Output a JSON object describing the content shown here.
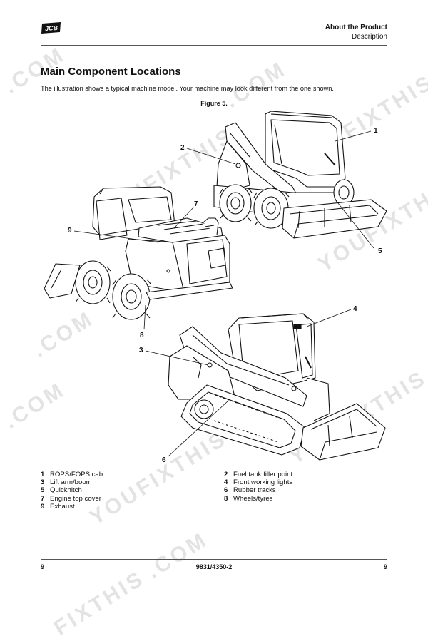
{
  "header": {
    "brand": "JCB",
    "section": "About the Product",
    "subsection": "Description"
  },
  "content": {
    "heading": "Main Component Locations",
    "intro": "The illustration shows a typical machine model. Your machine may look different from the one shown.",
    "figure_title": "Figure 5."
  },
  "callouts": [
    "1",
    "2",
    "3",
    "4",
    "5",
    "6",
    "7",
    "8",
    "9"
  ],
  "legend": {
    "left": [
      {
        "num": "1",
        "label": "ROPS/FOPS cab"
      },
      {
        "num": "3",
        "label": "Lift arm/boom"
      },
      {
        "num": "5",
        "label": "Quickhitch"
      },
      {
        "num": "7",
        "label": "Engine top cover"
      },
      {
        "num": "9",
        "label": "Exhaust"
      }
    ],
    "right": [
      {
        "num": "2",
        "label": "Fuel tank filler point"
      },
      {
        "num": "4",
        "label": "Front working lights"
      },
      {
        "num": "6",
        "label": "Rubber tracks"
      },
      {
        "num": "8",
        "label": "Wheels/tyres"
      }
    ]
  },
  "footer": {
    "page_left": "9",
    "doc_number": "9831/4350-2",
    "page_right": "9"
  },
  "watermarks": [
    "YOUFIXTHIS",
    ".COM",
    "YOUFIXTHIS",
    ".COM",
    "YOUFIXTHIS",
    ".COM",
    "YOUFIXTHIS",
    ".COM",
    "YOUFIXTHIS",
    ".COM",
    "FIXTHIS"
  ]
}
